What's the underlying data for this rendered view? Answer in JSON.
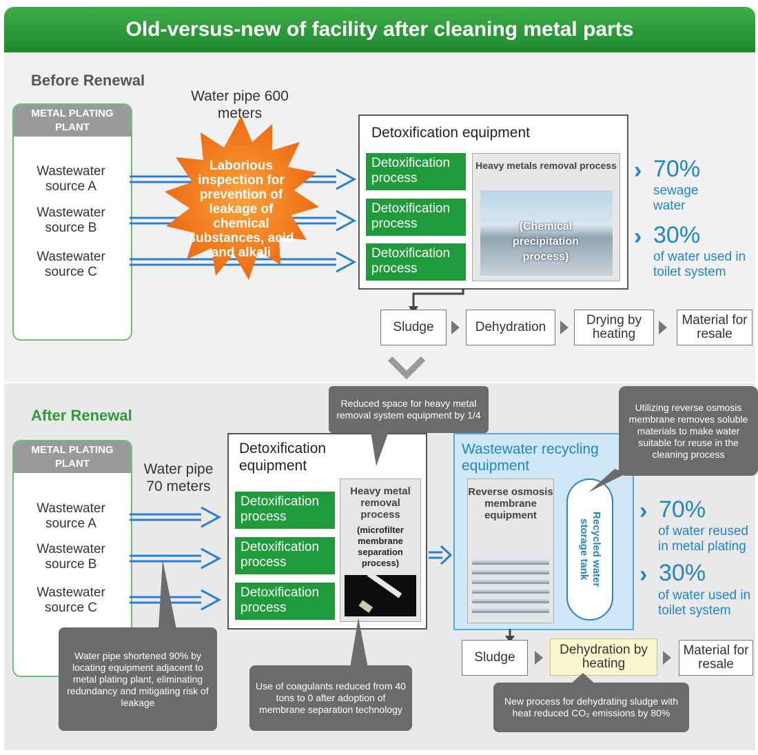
{
  "title": "Old-versus-new of facility after cleaning metal parts",
  "colors": {
    "green": "#1f9b3c",
    "blue": "#1f86c8",
    "callout": "#6b6b6b",
    "starburst": "#f37a1c"
  },
  "before": {
    "heading": "Before Renewal",
    "plant_title": "METAL PLATING PLANT",
    "sources": [
      "Wastewater source A",
      "Wastewater source B",
      "Wastewater source C"
    ],
    "pipe_label": "Water pipe 600 meters",
    "starburst": "Laborious inspection for prevention of leakage of chemical substances, acid and alkali",
    "detox_title": "Detoxification equipment",
    "processes": [
      "Detoxification process",
      "Detoxification process",
      "Detoxification process"
    ],
    "heavy_title": "Heavy metals removal process",
    "heavy_sub": "(Chemical precipitation process)",
    "out1_pct": "70%",
    "out1_label": "sewage water",
    "out2_pct": "30%",
    "out2_label": "of water used in toilet system",
    "flow": [
      "Sludge",
      "Dehydration",
      "Drying by heating",
      "Material for resale"
    ]
  },
  "after": {
    "heading": "After Renewal",
    "plant_title": "METAL PLATING PLANT",
    "sources": [
      "Wastewater source A",
      "Wastewater source B",
      "Wastewater source C"
    ],
    "pipe_label": "Water pipe 70 meters",
    "detox_title": "Detoxification equipment",
    "processes": [
      "Detoxification process",
      "Detoxification process",
      "Detoxification process"
    ],
    "heavy_title": "Heavy metal removal process",
    "heavy_sub": "(microfilter membrane separation process)",
    "recycling_title": "Wastewater recycling equipment",
    "ro_title": "Reverse osmosis membrane equipment",
    "tank_label": "Recycled water storage tank",
    "out1_pct": "70%",
    "out1_label": "of water reused in metal plating",
    "out2_pct": "30%",
    "out2_label": "of water used in toilet system",
    "flow": [
      "Sludge",
      "Dehydration by heating",
      "Material for resale"
    ],
    "callouts": {
      "space": "Reduced space for heavy metal removal system equipment by 1/4",
      "ro": "Utilizing reverse osmosis membrane removes soluble materials to make water suitable for reuse in the cleaning process",
      "pipe": "Water pipe shortened 90% by locating equipment adjacent to metal plating plant, eliminating redundancy and mitigating risk of leakage",
      "coagulant": "Use of coagulants reduced from 40 tons to 0 after adoption of membrane separation technology",
      "dehydration": "New process for dehydrating sludge with heat reduced CO₂ emissions by 80%"
    }
  }
}
